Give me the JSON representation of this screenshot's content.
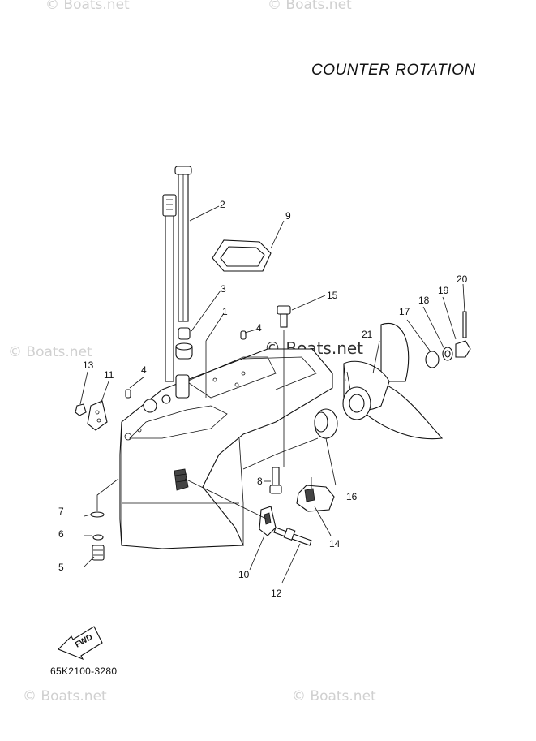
{
  "diagram": {
    "title": "COUNTER ROTATION",
    "drawing_code": "65K2100-3280",
    "fwd_label": "FWD",
    "watermarks": {
      "top_left": "© Boats.net",
      "top_right": "© Boats.net",
      "mid_left": "© Boats.net",
      "mid_center": "© Boats.net",
      "bottom_left": "© Boats.net",
      "bottom_right": "© Boats.net"
    },
    "callouts": [
      "1",
      "2",
      "3",
      "4",
      "4",
      "5",
      "6",
      "7",
      "8",
      "9",
      "10",
      "11",
      "12",
      "13",
      "14",
      "15",
      "16",
      "17",
      "18",
      "19",
      "20",
      "21"
    ]
  },
  "colors": {
    "line": "#111111",
    "watermark": "#d0d0d0",
    "background": "#ffffff"
  }
}
